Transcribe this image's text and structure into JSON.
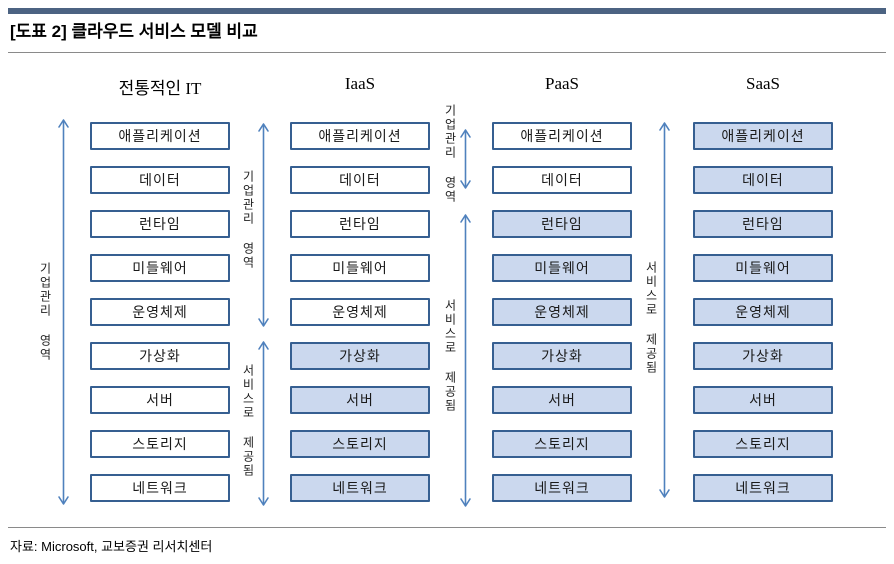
{
  "header": {
    "title": "[도표 2] 클라우드 서비스 모델 비교"
  },
  "footer": {
    "source": "자료: Microsoft, 교보증권 리서치센터"
  },
  "legend_labels": {
    "enterprise": "기업관리 영역",
    "service": "서비스로 제공됨"
  },
  "colors": {
    "accent_bar": "#4c6382",
    "box_border": "#365f91",
    "box_fill_provided": "#cbd8ee",
    "arrow": "#4f81bd"
  },
  "diagram": {
    "columns": [
      {
        "header": "전통적인 IT",
        "managed_by_enterprise": [
          "애플리케이션",
          "데이터",
          "런타임",
          "미들웨어",
          "운영체제",
          "가상화",
          "서버",
          "스토리지",
          "네트워크"
        ],
        "provided_as_service": []
      },
      {
        "header": "IaaS",
        "managed_by_enterprise": [
          "애플리케이션",
          "데이터",
          "런타임",
          "미들웨어",
          "운영체제"
        ],
        "provided_as_service": [
          "가상화",
          "서버",
          "스토리지",
          "네트워크"
        ]
      },
      {
        "header": "PaaS",
        "managed_by_enterprise": [
          "애플리케이션",
          "데이터"
        ],
        "provided_as_service": [
          "런타임",
          "미들웨어",
          "운영체제",
          "가상화",
          "서버",
          "스토리지",
          "네트워크"
        ]
      },
      {
        "header": "SaaS",
        "managed_by_enterprise": [],
        "provided_as_service": [
          "애플리케이션",
          "데이터",
          "런타임",
          "미들웨어",
          "운영체제",
          "가상화",
          "서버",
          "스토리지",
          "네트워크"
        ]
      }
    ]
  }
}
